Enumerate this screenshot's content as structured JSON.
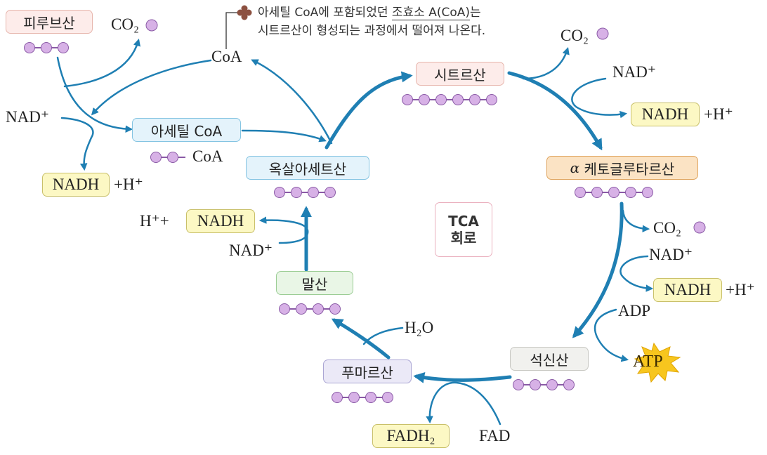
{
  "colors": {
    "arrow": "#1f7fb3",
    "bead": "#d7b1e6",
    "bead_stroke": "#8a5aa6",
    "atp_fill": "#f7c61e",
    "note_plus": "#8c5040"
  },
  "compounds": {
    "pyruvate": "피루브산",
    "acetyl_coa": "아세틸 CoA",
    "oxaloacetate": "옥살아세트산",
    "citrate": "시트르산",
    "alpha_ketoglutarate_prefix": "α",
    "alpha_ketoglutarate": "케토글루타르산",
    "succinate": "석신산",
    "fumarate": "푸마르산",
    "malate": "말산"
  },
  "center": {
    "line1": "TCA",
    "line2": "회로"
  },
  "small_labels": {
    "co2_pyruvate": "CO₂",
    "coa_released": "CoA",
    "nad_pyruvate": "NAD⁺",
    "coa_carrier": "CoA",
    "co2_citrate": "CO₂",
    "nad_citrate": "NAD⁺",
    "h_citrate": "+H⁺",
    "co2_akg": "CO₂",
    "nad_akg": "NAD⁺",
    "h_akg": "+H⁺",
    "adp": "ADP",
    "h2o": "H₂O",
    "fad": "FAD",
    "h_malate": "H⁺+",
    "nad_malate": "NAD⁺",
    "h_pyruvate": "+H⁺"
  },
  "products": {
    "nadh_pyruvate": "NADH",
    "nadh_citrate": "NADH",
    "nadh_akg": "NADH",
    "nadh_malate": "NADH",
    "fadh2": "FADH₂",
    "atp": "ATP"
  },
  "note": {
    "line1_a": "아세틸 CoA에 포함되었던 ",
    "line1_b": "조효소 A(CoA)",
    "line1_c": "는",
    "line2": "시트르산이 형성되는 과정에서 떨어져 나온다."
  }
}
